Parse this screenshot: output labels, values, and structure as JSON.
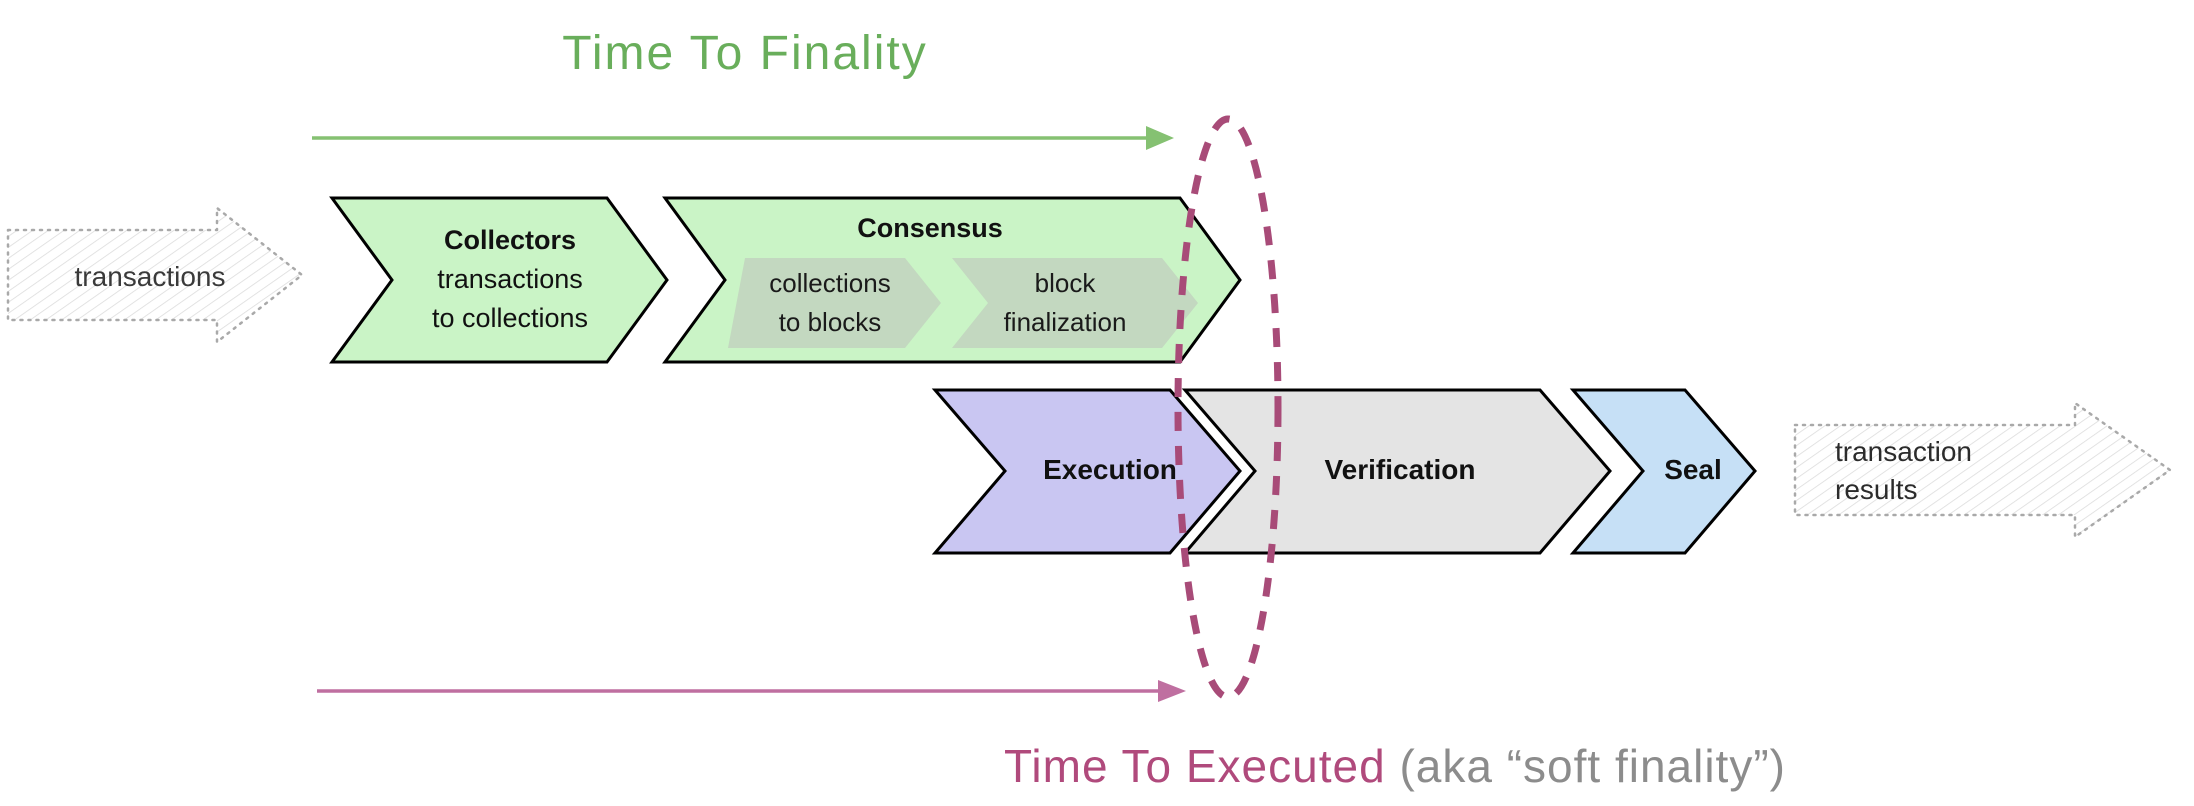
{
  "diagram": {
    "top_title": "Time To Finality",
    "bottom_title_primary": "Time To Executed",
    "bottom_title_secondary": "(aka “soft finality”)",
    "input_arrow_label": "transactions",
    "output_arrow_label_line1": "transaction",
    "output_arrow_label_line2": "results",
    "stages": {
      "collectors": {
        "title": "Collectors",
        "subtitle_line1": "transactions",
        "subtitle_line2": "to collections"
      },
      "consensus": {
        "title": "Consensus",
        "sub_stage1": {
          "line1": "collections",
          "line2": "to blocks"
        },
        "sub_stage2": {
          "line1": "block",
          "line2": "finalization"
        }
      },
      "execution": {
        "title": "Execution"
      },
      "verification": {
        "title": "Verification"
      },
      "seal": {
        "title": "Seal"
      }
    },
    "colors": {
      "finality_green_text": "#69ae5b",
      "finality_green_arrow": "#85c172",
      "stage_green_fill": "#caf4c6",
      "consensus_substage_fill": "#c3d8c0",
      "execution_purple_fill": "#c9c6f2",
      "verification_gray_fill": "#e4e4e4",
      "seal_blue_fill": "#c6e0f6",
      "outline_black": "#000000",
      "executed_pink_text": "#b04a7c",
      "executed_pink_arrow": "#bf6fa0",
      "boundary_ellipse_pink": "#a84b78",
      "secondary_gray_text": "#8c8c8c",
      "sketch_arrow_text": "#3a3a3a"
    }
  }
}
